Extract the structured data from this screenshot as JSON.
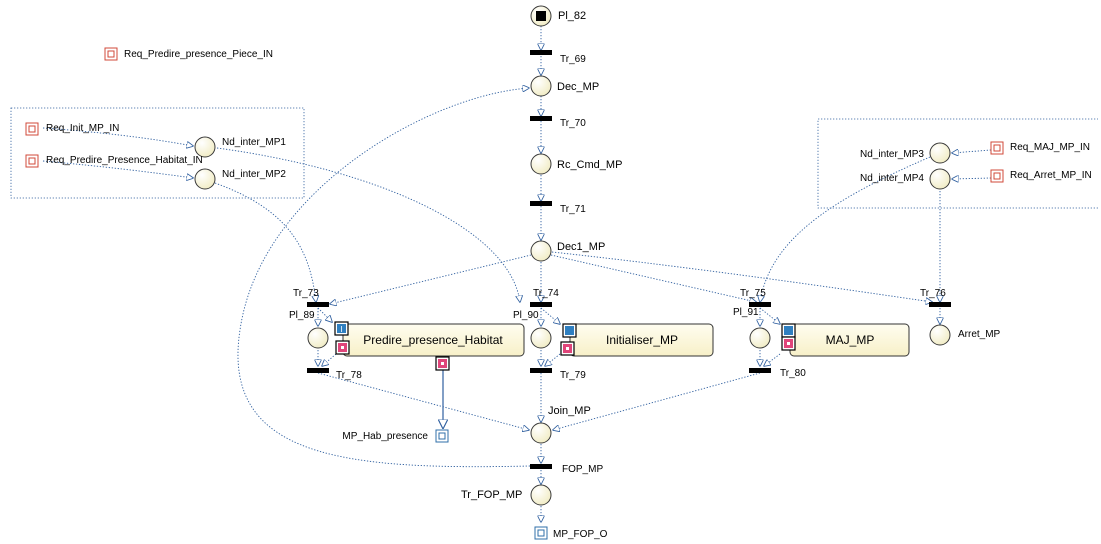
{
  "places": {
    "pl_82": "Pl_82",
    "dec_mp": "Dec_MP",
    "rc_cmd_mp": "Rc_Cmd_MP",
    "dec1_mp": "Dec1_MP",
    "pl_89": "Pl_89",
    "pl_90": "Pl_90",
    "pl_91": "Pl_91",
    "arret_mp": "Arret_MP",
    "join_mp": "Join_MP",
    "tr_fop_mp": "Tr_FOP_MP",
    "nd_inter_mp1": "Nd_inter_MP1",
    "nd_inter_mp2": "Nd_inter_MP2",
    "nd_inter_mp3": "Nd_inter_MP3",
    "nd_inter_mp4": "Nd_inter_MP4"
  },
  "transitions": {
    "tr_69": "Tr_69",
    "tr_70": "Tr_70",
    "tr_71": "Tr_71",
    "tr_73": "Tr_73",
    "tr_74": "Tr_74",
    "tr_75": "Tr_75",
    "tr_76": "Tr_76",
    "tr_78": "Tr_78",
    "tr_79": "Tr_79",
    "tr_80": "Tr_80",
    "fop_mp": "FOP_MP"
  },
  "inputs": {
    "req_predire_presence_piece": "Req_Predire_presence_Piece_IN",
    "req_init_mp": "Req_Init_MP_IN",
    "req_predire_presence_habitat": "Req_Predire_Presence_Habitat_IN",
    "req_maj_mp": "Req_MAJ_MP_IN",
    "req_arret_mp": "Req_Arret_MP_IN"
  },
  "outputs": {
    "mp_hab_presence": "MP_Hab_presence",
    "mp_fop_o": "MP_FOP_O"
  },
  "macros": {
    "predire_presence_habitat": "Predire_presence_Habitat",
    "initialiser_mp": "Initialiser_MP",
    "maj_mp": "MAJ_MP"
  },
  "port_glyphs": {
    "in": "I",
    "out": "O"
  },
  "colors": {
    "arc": "#2f5f9f",
    "input_port": "#d0493a",
    "output_port": "#2f6fa8",
    "macro_fill": "#fff8dc"
  }
}
